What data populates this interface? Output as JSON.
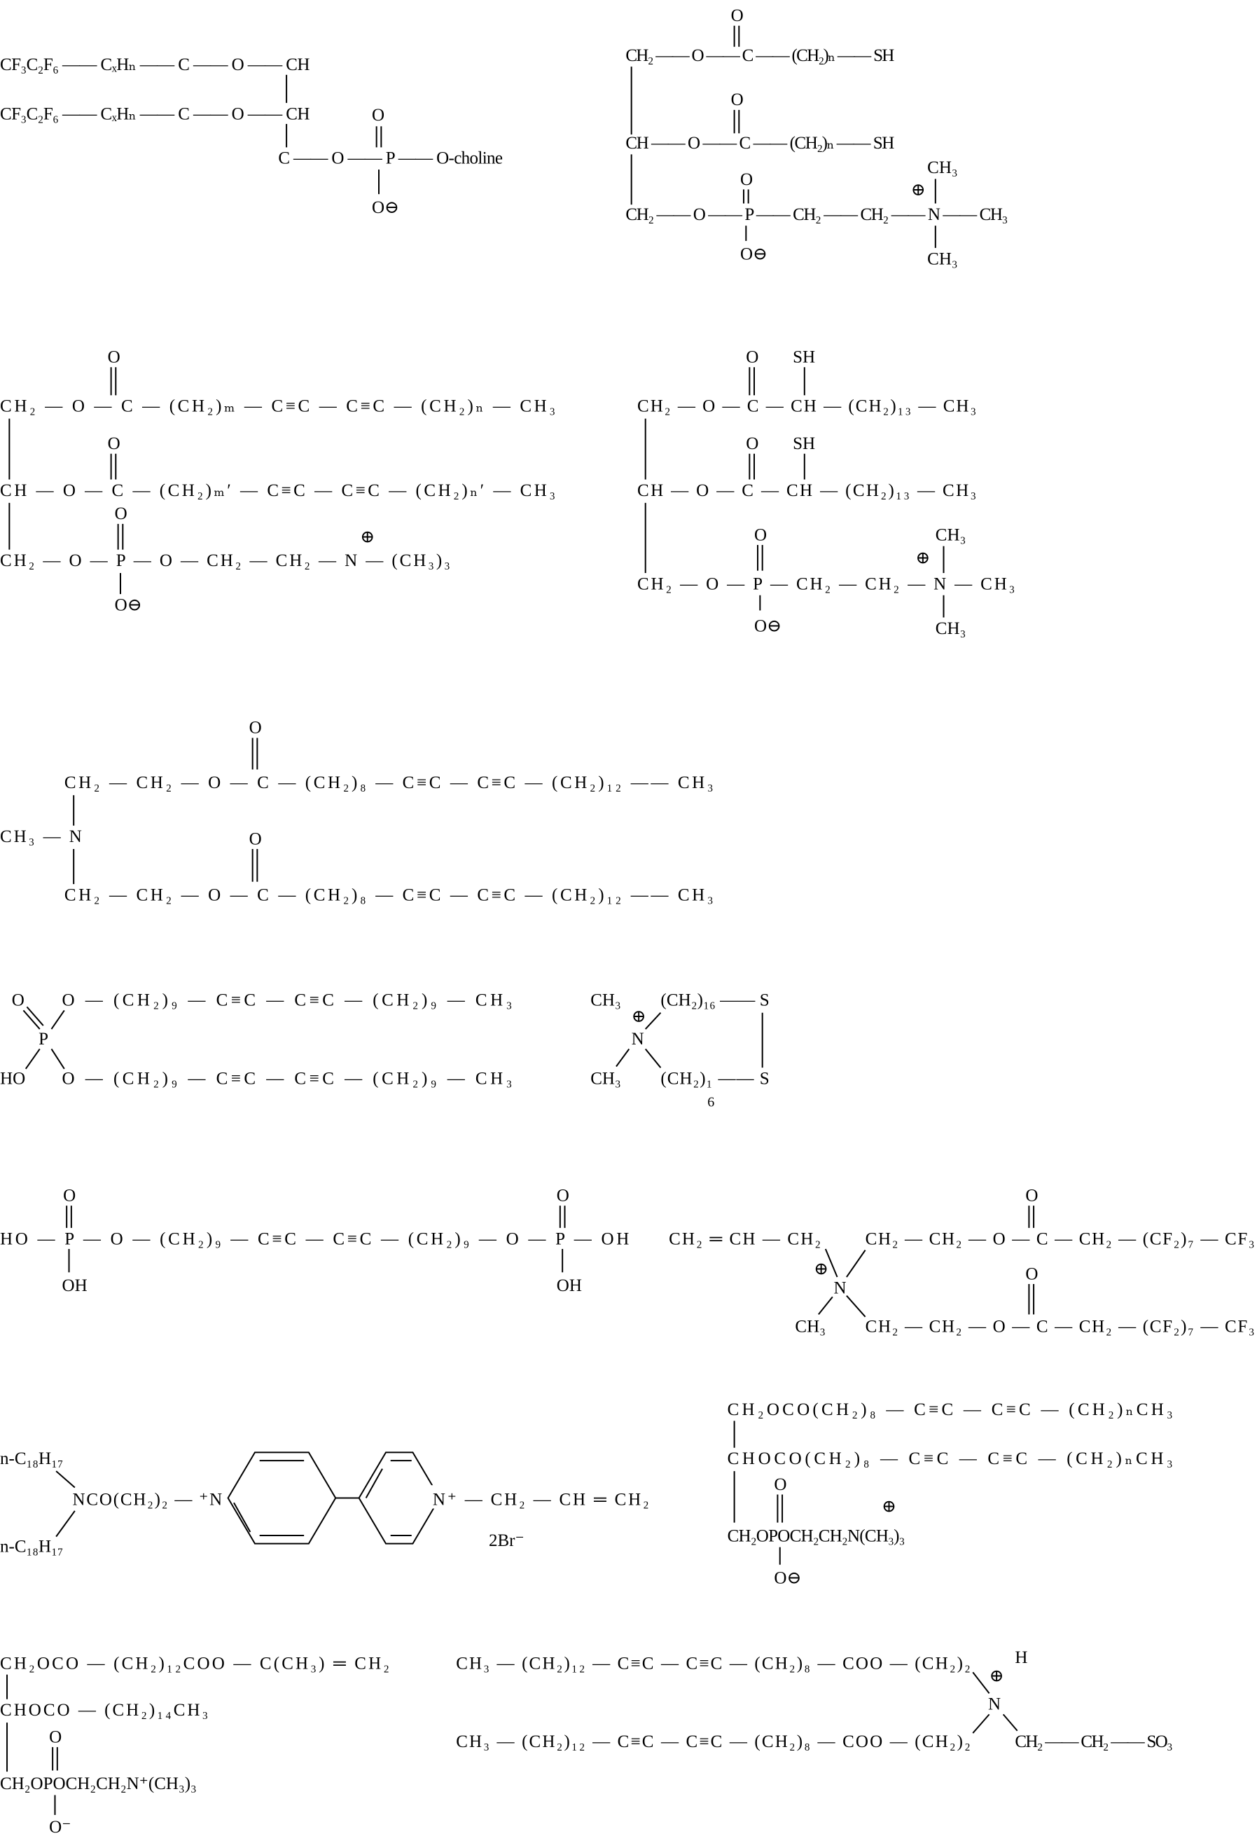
{
  "s1": {
    "r1": "CF₃C₂F₆ —— CₓHₙ —— C —— O —— CH",
    "r2": "CF₃C₂F₆ —— CₓHₙ —— C —— O —— CH",
    "r3": "C —— O —— P —— O-choline",
    "o_top": "O",
    "o_bot": "O⊖"
  },
  "s2": {
    "o1": "O",
    "r1": "CH₂ —— O —— C —— (CH₂)ₙ —— SH",
    "o2": "O",
    "r2": "CH —— O —— C —— (CH₂)ₙ —— SH",
    "o3": "O",
    "r3": "CH₂ —— O —— P —— CH₂ —— CH₂ —— N —— CH₃",
    "plus": "⊕",
    "me_top": "CH₃",
    "me_bot": "CH₃",
    "o_bot": "O⊖"
  },
  "s3": {
    "o1": "O",
    "r1": "CH₂ — O — C — (CH₂)ₘ — C≡C — C≡C — (CH₂)ₙ — CH₃",
    "o2": "O",
    "r2": "CH — O — C — (CH₂)ₘ′ — C≡C — C≡C — (CH₂)ₙ′ — CH₃",
    "o3": "O",
    "r3": "CH₂ — O — P — O — CH₂ — CH₂ — N — (CH₃)₃",
    "plus": "⊕",
    "o_bot": "O⊖"
  },
  "s4": {
    "o1": "O",
    "sh1": "SH",
    "r1": "CH₂ — O — C — CH — (CH₂)₁₃ — CH₃",
    "o2": "O",
    "sh2": "SH",
    "r2": "CH — O — C — CH — (CH₂)₁₃ — CH₃",
    "o3": "O",
    "r3": "CH₂ — O — P — CH₂ — CH₂ — N — CH₃",
    "plus": "⊕",
    "me_top": "CH₃",
    "me_bot": "CH₃",
    "o_bot": "O⊖"
  },
  "s5": {
    "o1": "O",
    "r1": "CH₂ — CH₂ — O — C — (CH₂)₈ — C≡C — C≡C — (CH₂)₁₂ —— CH₃",
    "mid": "CH₃ — N",
    "o2": "O",
    "r2": "CH₂ — CH₂ — O — C — (CH₂)₈ — C≡C — C≡C — (CH₂)₁₂ —— CH₃"
  },
  "s6": {
    "o": "O",
    "r1": "O — (CH₂)₉ — C≡C — C≡C — (CH₂)₉ — CH₃",
    "p": "P",
    "ho": "HO",
    "r2": "O — (CH₂)₉ — C≡C — C≡C — (CH₂)₉ — CH₃"
  },
  "s7": {
    "me_top": "CH₃",
    "plus": "⊕",
    "r1": "(CH₂)₁₆ —— S",
    "n": "N",
    "me_bot": "CH₃",
    "r2": "(CH₂)₁ —— S",
    "sub6": "6"
  },
  "s8": {
    "o_left": "O",
    "r1": "HO — P — O — (CH₂)₉ — C≡C — C≡C — (CH₂)₉ — O — P — OH",
    "oh_left": "OH",
    "o_right": "O",
    "oh_right": "OH"
  },
  "s9": {
    "left": "CH₂ ═ CH — CH₂",
    "o1": "O",
    "r1": "CH₂ — CH₂ — O — C — CH₂ — (CF₂)₇ — CF₃",
    "plus": "⊕",
    "n": "N",
    "me": "CH₃",
    "o2": "O",
    "r2": "CH₂ — CH₂ — O — C — CH₂ — (CF₂)₇ — CF₃"
  },
  "s10": {
    "alkyl1": "n-C₁₈H₁₇",
    "amide": "NCO(CH₂)₂ — ⁺N",
    "alkyl2": "n-C₁₈H₁₇",
    "right": "N⁺ — CH₂ — CH ═ CH₂",
    "counter": "2Br⁻"
  },
  "s11": {
    "r1": "CH₂OCO(CH₂)₈ — C≡C — C≡C — (CH₂)ₙCH₃",
    "r2": "CHOCO(CH₂)₈ — C≡C — C≡C — (CH₂)ₙCH₃",
    "o": "O",
    "plus": "⊕",
    "r3": "CH₂OPOCH₂CH₂N(CH₃)₃",
    "o_bot": "O⊖"
  },
  "s12": {
    "r1": "CH₂OCO — (CH₂)₁₂COO — C(CH₃) ═ CH₂",
    "r2": "CHOCO — (CH₂)₁₄CH₃",
    "o": "O",
    "r3": "CH₂OPOCH₂CH₂N⁺(CH₃)₃",
    "o_bot": "O⁻"
  },
  "s13": {
    "r1": "CH₃ — (CH₂)₁₂ — C≡C — C≡C — (CH₂)₈ — COO — (CH₂)₂",
    "plus": "⊕",
    "h": "H",
    "n": "N",
    "r2": "CH₃ — (CH₂)₁₂ — C≡C — C≡C — (CH₂)₈ — COO — (CH₂)₂",
    "tail": "CH₂ —— CH₂ —— SO₃"
  }
}
